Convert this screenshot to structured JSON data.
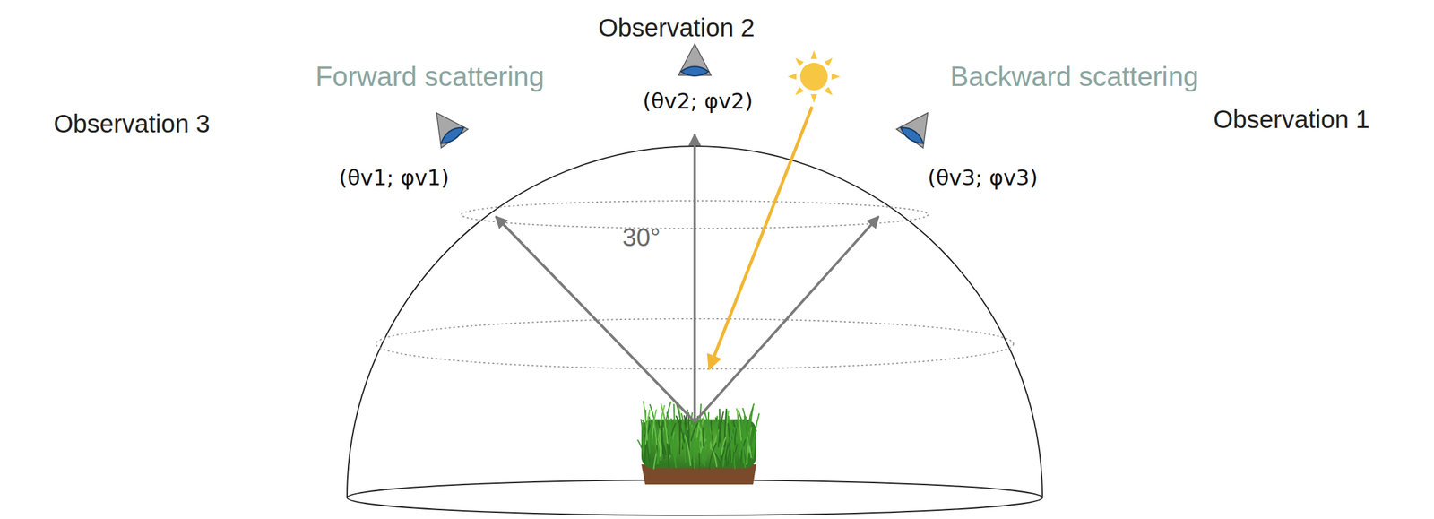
{
  "diagram": {
    "labels": [
      "Observation 2",
      "Forward scattering",
      "Backward scattering",
      "Observation 3",
      "(θv2; φv2)",
      "(θv1; φv1)",
      "(θv3; φv3)",
      "Observation 1",
      "30°"
    ]
  }
}
